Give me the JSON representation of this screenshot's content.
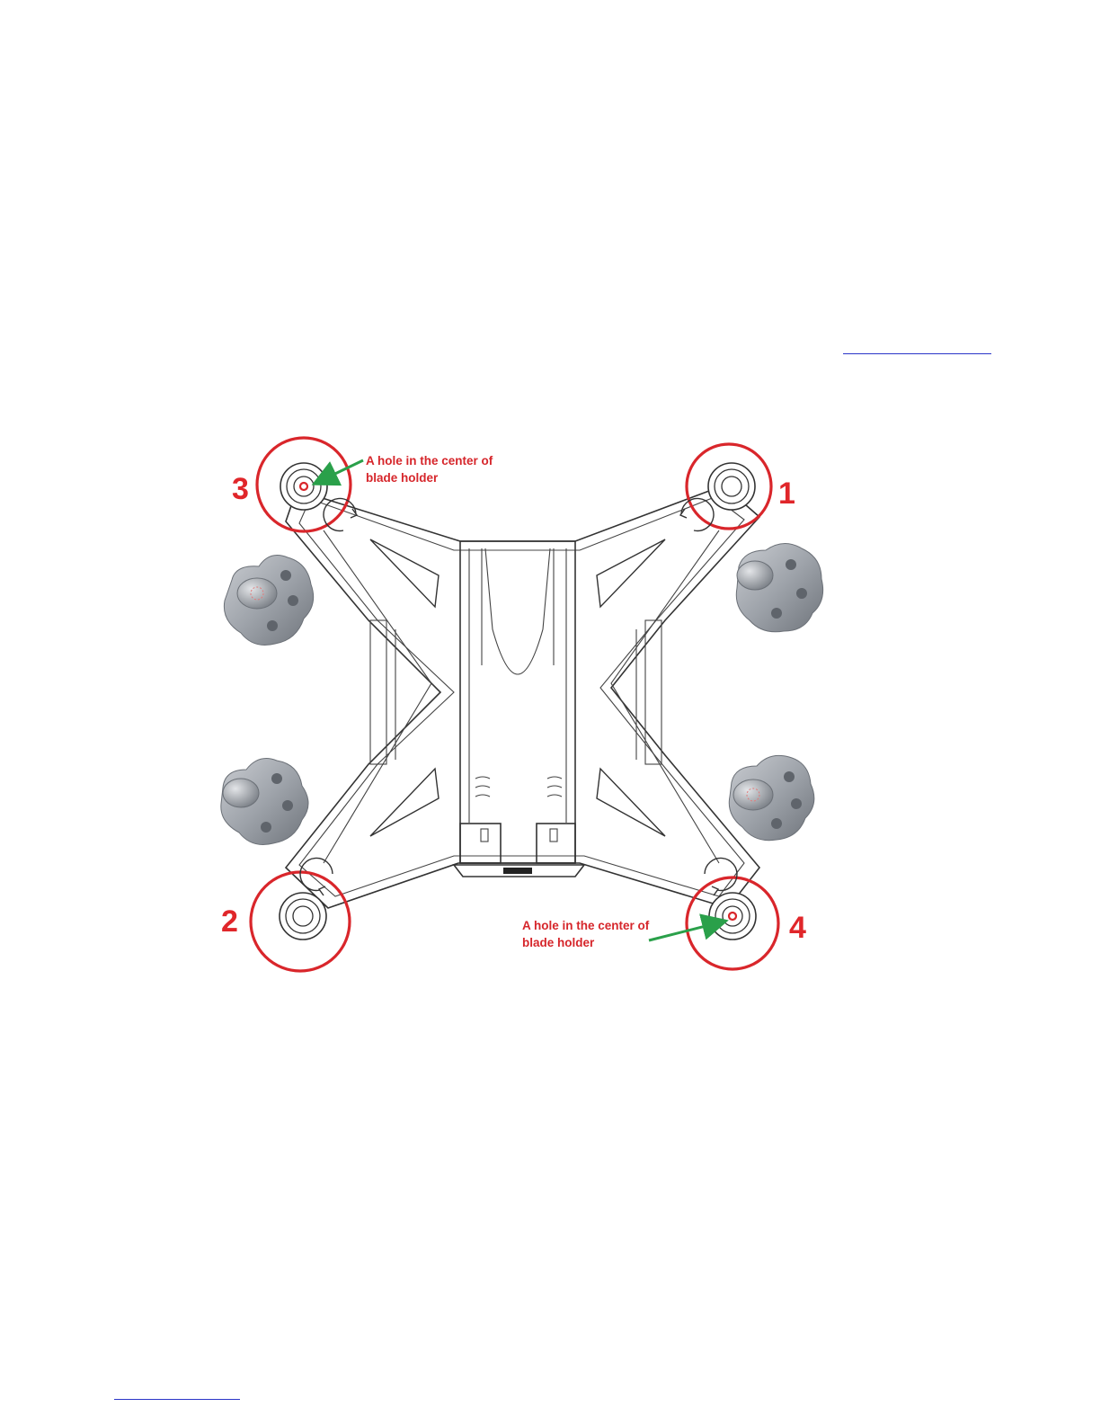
{
  "links": {
    "top_right": "",
    "bottom_left": ""
  },
  "motors": [
    {
      "id": "motor-3",
      "number": "3",
      "has_hole": true
    },
    {
      "id": "motor-1",
      "number": "1",
      "has_hole": false
    },
    {
      "id": "motor-2",
      "number": "2",
      "has_hole": false
    },
    {
      "id": "motor-4",
      "number": "4",
      "has_hole": true
    }
  ],
  "annotations": {
    "top": {
      "line1": "A hole in the center of",
      "line2": "blade holder"
    },
    "bottom": {
      "line1": "A hole in the center of",
      "line2": "blade holder"
    }
  },
  "colors": {
    "highlight_red": "#d9262b",
    "arrow_green": "#2aa04a",
    "link_blue": "#2b35c8",
    "part_gray": "#9ea3aa"
  },
  "icons": {
    "rotation_arrow": "rotation-arrow-icon",
    "blade_holder_part": "blade-holder-part"
  }
}
